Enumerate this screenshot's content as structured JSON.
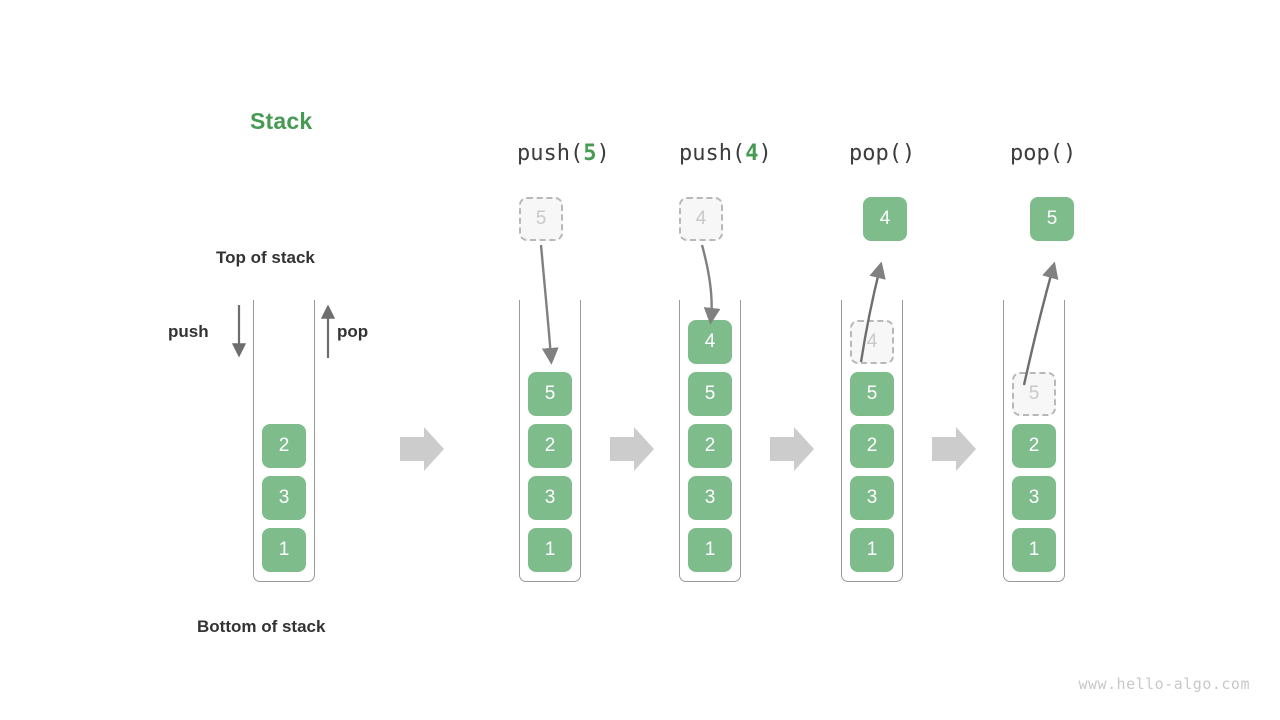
{
  "title": "Stack",
  "labels": {
    "top_of_stack": "Top of stack",
    "bottom_of_stack": "Bottom of stack",
    "push": "push",
    "pop": "pop"
  },
  "watermark": "www.hello-algo.com",
  "colors": {
    "element_green": "#7FBC8C",
    "title_green": "#469A52",
    "ghost_border": "#b8b8b8",
    "ghost_fill": "#f7f7f7",
    "arrow_gray": "#808080",
    "flow_arrow_gray": "#cccccc",
    "frame_gray": "#9a9a9a",
    "text_dark": "#333333"
  },
  "steps": [
    {
      "name": "initial",
      "op_label_plain": "",
      "op_name": "",
      "op_arg": "",
      "stack": [
        "1",
        "3",
        "2"
      ],
      "floating": null,
      "ghost_in_stack": null
    },
    {
      "name": "push-5",
      "op_name": "push(",
      "op_arg": "5",
      "op_close": ")",
      "stack": [
        "1",
        "3",
        "2",
        "5"
      ],
      "floating": {
        "value": "5",
        "style": "ghost"
      },
      "ghost_in_stack": null,
      "arrow_direction": "down"
    },
    {
      "name": "push-4",
      "op_name": "push(",
      "op_arg": "4",
      "op_close": ")",
      "stack": [
        "1",
        "3",
        "2",
        "5",
        "4"
      ],
      "floating": {
        "value": "4",
        "style": "ghost"
      },
      "ghost_in_stack": null,
      "arrow_direction": "down"
    },
    {
      "name": "pop-4",
      "op_name": "pop(",
      "op_arg": "",
      "op_close": ")",
      "stack": [
        "1",
        "3",
        "2",
        "5"
      ],
      "floating": {
        "value": "4",
        "style": "filled"
      },
      "ghost_in_stack": {
        "value": "4"
      },
      "arrow_direction": "up"
    },
    {
      "name": "pop-5",
      "op_name": "pop(",
      "op_arg": "",
      "op_close": ")",
      "stack": [
        "1",
        "3",
        "2"
      ],
      "floating": {
        "value": "5",
        "style": "filled"
      },
      "ghost_in_stack": {
        "value": "5"
      },
      "arrow_direction": "up"
    }
  ]
}
